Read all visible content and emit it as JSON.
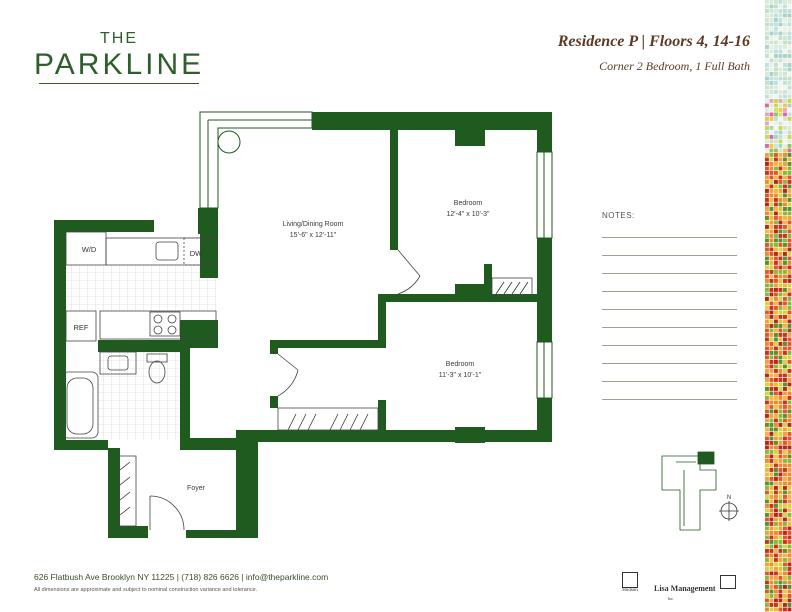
{
  "logo": {
    "line1": "THE",
    "line2": "PARKLINE"
  },
  "header": {
    "residence": "Residence P | Floors 4, 14-16",
    "subtitle": "Corner 2 Bedroom, 1 Full Bath"
  },
  "rooms": {
    "living_name": "Living/Dining Room",
    "living_dims": "15'-6\" x 12'-11\"",
    "bedroom1_name": "Bedroom",
    "bedroom1_dims": "12'-4\" x 10'-3\"",
    "bedroom2_name": "Bedroom",
    "bedroom2_dims": "11'-3\" x 10'-1\"",
    "foyer_name": "Foyer"
  },
  "fixtures": {
    "wd": "W/D",
    "dw": "DW",
    "ref": "REF"
  },
  "notes": {
    "label": "NOTES:"
  },
  "compass": {
    "north": "N"
  },
  "footer": {
    "address": "626 Flatbush Ave Brooklyn NY 11225  |  (718) 826 6626  |  info@theparkline.com",
    "disclaimer": "All dimensions are approximate and subject to nominal construction variance and tolerance."
  },
  "partner_logos": {
    "hudson": "Hudson",
    "lisa": "Lisa Management",
    "lisa_sub": "Inc."
  },
  "colors": {
    "wall": "#1f5a1f",
    "brand_green": "#2e5e2a",
    "title_brown": "#5a3a24"
  }
}
